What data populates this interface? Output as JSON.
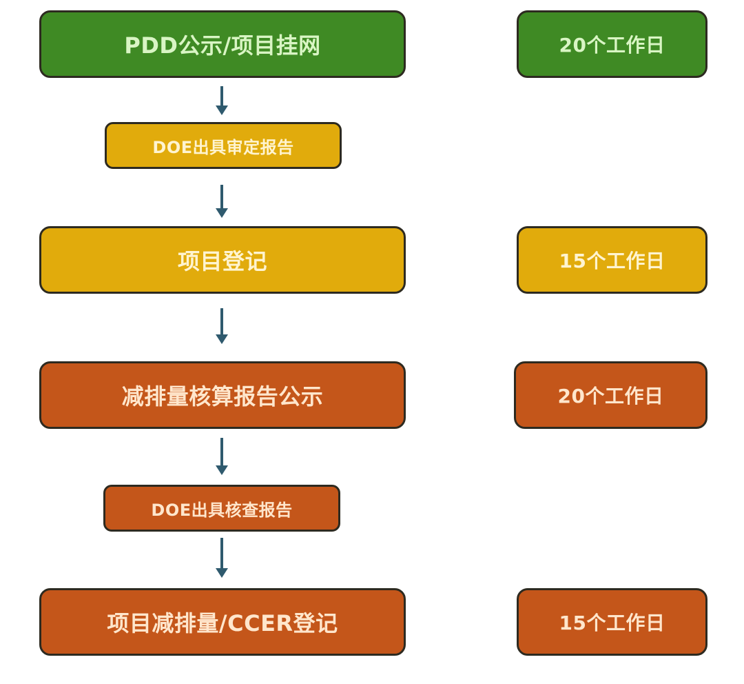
{
  "steps": [
    {
      "label": "PDD公示/项目挂网",
      "duration": "20个工作日",
      "color": "#3f8a24"
    },
    {
      "label": "DOE出具审定报告",
      "color": "#e1ab0c"
    },
    {
      "label": "项目登记",
      "duration": "15个工作日",
      "color": "#e1ab0c"
    },
    {
      "label": "减排量核算报告公示",
      "duration": "20个工作日",
      "color": "#c4561a"
    },
    {
      "label": "DOE出具核查报告",
      "color": "#c4561a"
    },
    {
      "label": "项目减排量/CCER登记",
      "duration": "15个工作日",
      "color": "#c4561a"
    }
  ]
}
